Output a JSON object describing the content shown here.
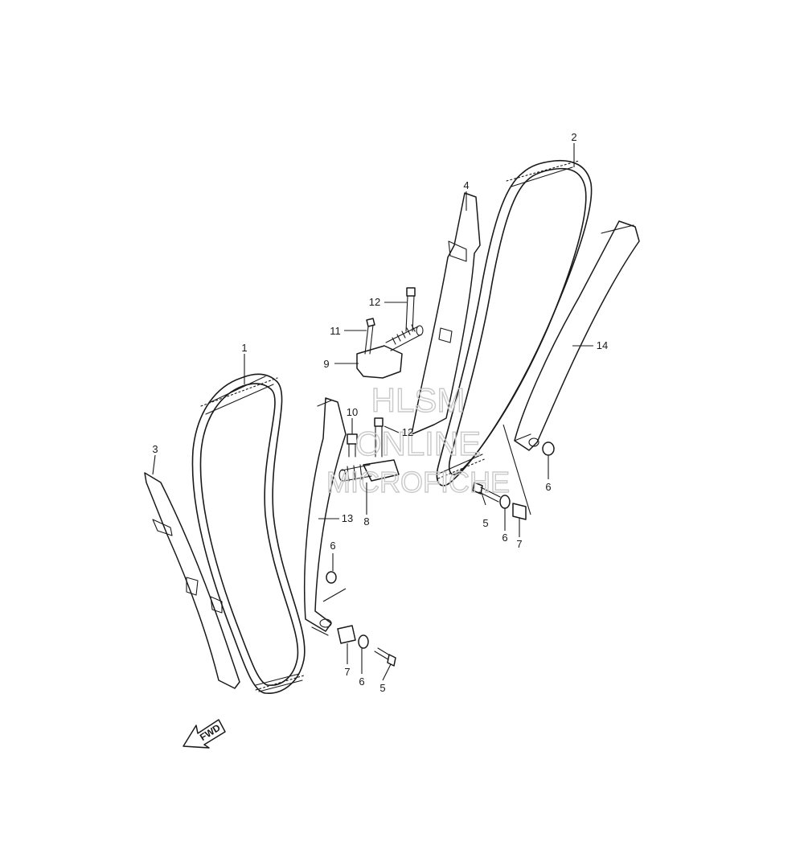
{
  "callouts": [
    {
      "id": "c1",
      "text": "1"
    },
    {
      "id": "c2",
      "text": "2"
    },
    {
      "id": "c3",
      "text": "3"
    },
    {
      "id": "c4",
      "text": "4"
    },
    {
      "id": "c5a",
      "text": "5"
    },
    {
      "id": "c5b",
      "text": "5"
    },
    {
      "id": "c6a",
      "text": "6"
    },
    {
      "id": "c6b",
      "text": "6"
    },
    {
      "id": "c6c",
      "text": "6"
    },
    {
      "id": "c6d",
      "text": "6"
    },
    {
      "id": "c7a",
      "text": "7"
    },
    {
      "id": "c7b",
      "text": "7"
    },
    {
      "id": "c8",
      "text": "8"
    },
    {
      "id": "c9",
      "text": "9"
    },
    {
      "id": "c10",
      "text": "10"
    },
    {
      "id": "c11",
      "text": "11"
    },
    {
      "id": "c12a",
      "text": "12"
    },
    {
      "id": "c12b",
      "text": "12"
    },
    {
      "id": "c13",
      "text": "13"
    },
    {
      "id": "c14",
      "text": "14"
    }
  ],
  "watermark": {
    "line1": "HLSM",
    "line2": "ONLINE",
    "line3": "MICROFICHE"
  },
  "fwd_label": "FWD"
}
